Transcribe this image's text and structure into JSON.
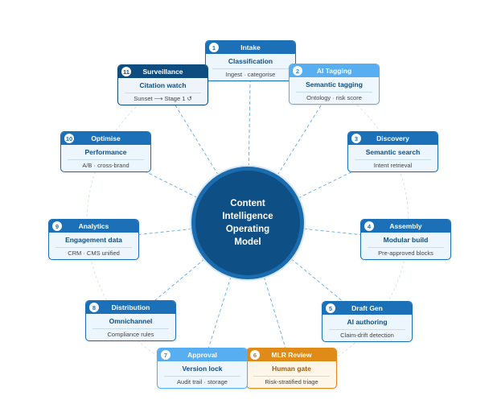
{
  "hub": {
    "lines": [
      "Content",
      "Intelligence",
      "Operating",
      "Model"
    ]
  },
  "nodes": [
    {
      "num": "1",
      "label": "Intake",
      "sub": "Classification",
      "note": "Ingest · categorise",
      "variant": "mid"
    },
    {
      "num": "2",
      "label": "AI Tagging",
      "sub": "Semantic tagging",
      "note": "Ontology · risk score",
      "variant": "light"
    },
    {
      "num": "3",
      "label": "Discovery",
      "sub": "Semantic search",
      "note": "Intent retrieval",
      "variant": "mid"
    },
    {
      "num": "4",
      "label": "Assembly",
      "sub": "Modular build",
      "note": "Pre-approved blocks",
      "variant": "mid"
    },
    {
      "num": "5",
      "label": "Draft Gen",
      "sub": "AI authoring",
      "note": "Claim-drift detection",
      "variant": "mid"
    },
    {
      "num": "6",
      "label": "MLR Review",
      "sub": "Human gate",
      "note": "Risk-stratified triage",
      "variant": "orange"
    },
    {
      "num": "7",
      "label": "Approval",
      "sub": "Version lock",
      "note": "Audit trail · storage",
      "variant": "light"
    },
    {
      "num": "8",
      "label": "Distribution",
      "sub": "Omnichannel",
      "note": "Compliance rules",
      "variant": "mid"
    },
    {
      "num": "9",
      "label": "Analytics",
      "sub": "Engagement data",
      "note": "CRM · CMS unified",
      "variant": "mid"
    },
    {
      "num": "10",
      "label": "Optimise",
      "sub": "Performance",
      "note": "A/B · cross-brand",
      "variant": "mid"
    },
    {
      "num": "11",
      "label": "Surveillance",
      "sub": "Citation watch",
      "note": "Sunset ⟶ Stage 1 ↺",
      "variant": "dark"
    }
  ]
}
